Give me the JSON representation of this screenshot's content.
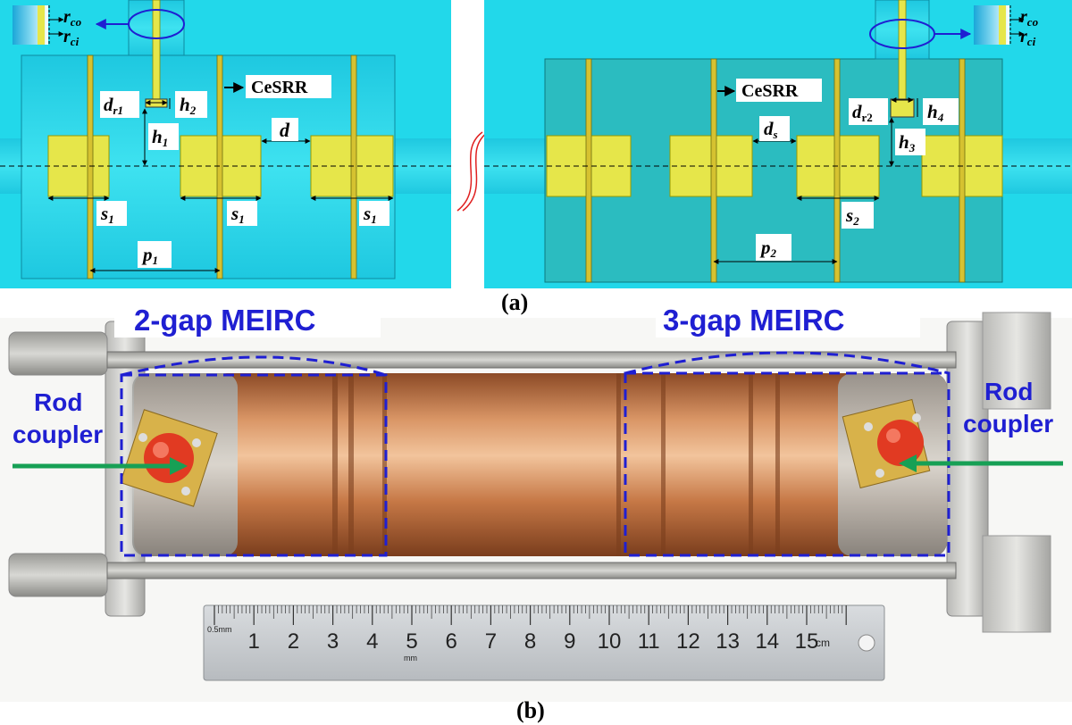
{
  "panel_a": {
    "caption": "(a)",
    "left": {
      "rco": "r",
      "rco_sub": "co",
      "rci": "r",
      "rci_sub": "ci",
      "cesrr": "CeSRR",
      "dr1": "d",
      "dr1_sub": "r1",
      "h2": "h",
      "h2_sub": "2",
      "h1": "h",
      "h1_sub": "1",
      "d": "d",
      "s1": "s",
      "s1_sub": "1",
      "p1": "p",
      "p1_sub": "1"
    },
    "right": {
      "rco": "r",
      "rco_sub": "co",
      "rci": "r",
      "rci_sub": "ci",
      "cesrr": "CeSRR",
      "ds": "d",
      "ds_sub": "s",
      "dr2": "d",
      "dr2_sub": "r2",
      "h4": "h",
      "h4_sub": "4",
      "h3": "h",
      "h3_sub": "3",
      "s2": "s",
      "s2_sub": "2",
      "p2": "p",
      "p2_sub": "2"
    }
  },
  "panel_b": {
    "caption": "(b)",
    "label_2gap": "2-gap MEIRC",
    "label_3gap": "3-gap MEIRC",
    "rod_left_1": "Rod",
    "rod_left_2": "coupler",
    "rod_right_1": "Rod",
    "rod_right_2": "coupler",
    "ruler_numbers": [
      "1",
      "2",
      "3",
      "4",
      "5",
      "6",
      "7",
      "8",
      "9",
      "10",
      "11",
      "12",
      "13",
      "14",
      "15"
    ],
    "ruler_unit": "cm",
    "ruler_small_left": "0.5mm",
    "ruler_small_mid": "mm"
  },
  "colors": {
    "cyan": "#22d8ea",
    "teal": "#2bbcc0",
    "gold": "#e6e64a",
    "copper": "#c97a4c",
    "annotation_blue": "#1f1fd2",
    "arrow_green": "#17a055"
  }
}
